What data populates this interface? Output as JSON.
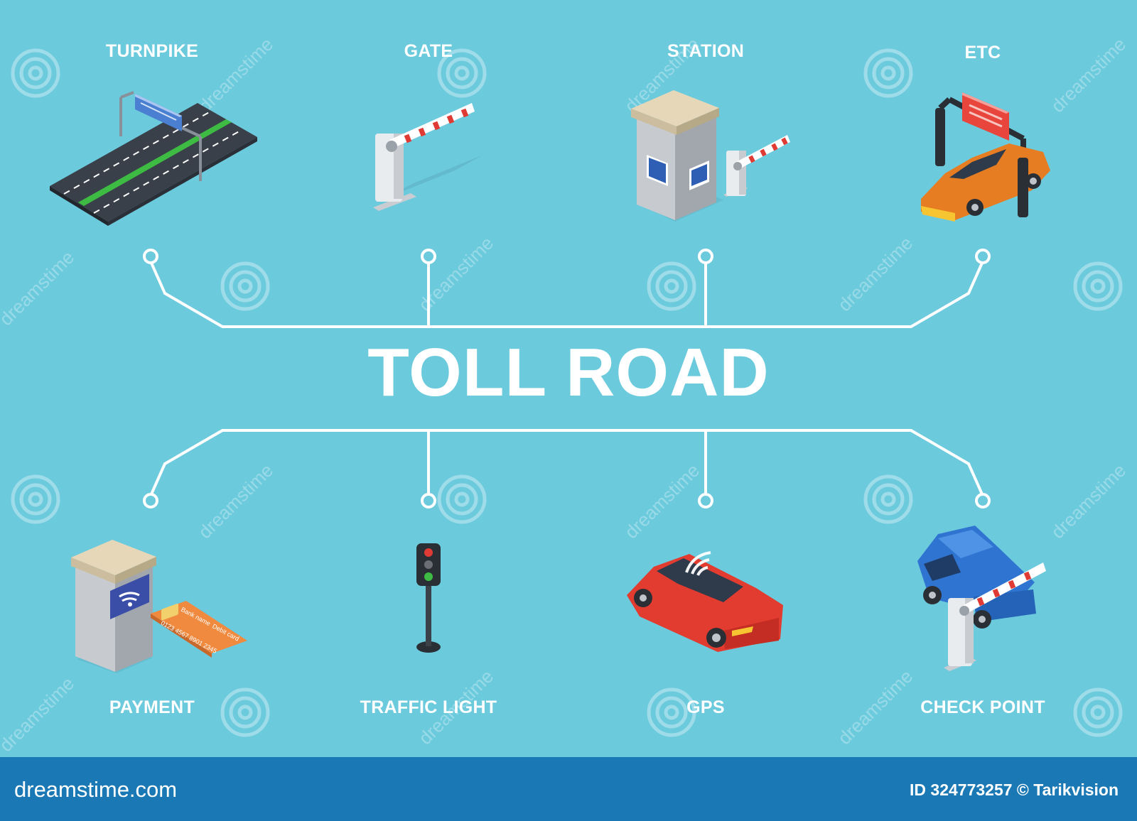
{
  "title": "TOLL ROAD",
  "nodes": [
    {
      "label": "TURNPIKE",
      "icon": "turnpike-road-icon"
    },
    {
      "label": "GATE",
      "icon": "barrier-gate-icon"
    },
    {
      "label": "STATION",
      "icon": "toll-booth-icon"
    },
    {
      "label": "ETC",
      "icon": "etc-car-icon"
    },
    {
      "label": "PAYMENT",
      "icon": "payment-kiosk-icon"
    },
    {
      "label": "TRAFFIC LIGHT",
      "icon": "traffic-light-icon"
    },
    {
      "label": "GPS",
      "icon": "gps-car-icon"
    },
    {
      "label": "CHECK POINT",
      "icon": "checkpoint-icon"
    }
  ],
  "card": {
    "bank": "Bank name",
    "number": "0123 4567 8901 2345",
    "type": "Debit card"
  },
  "footer": {
    "brand": "dreamstime.com",
    "credit": "ID 324773257 © Tarikvision"
  },
  "watermark": "dreamstime",
  "colors": {
    "background": "#6ccadd",
    "footer": "#1a79b5",
    "line": "#ffffff"
  }
}
